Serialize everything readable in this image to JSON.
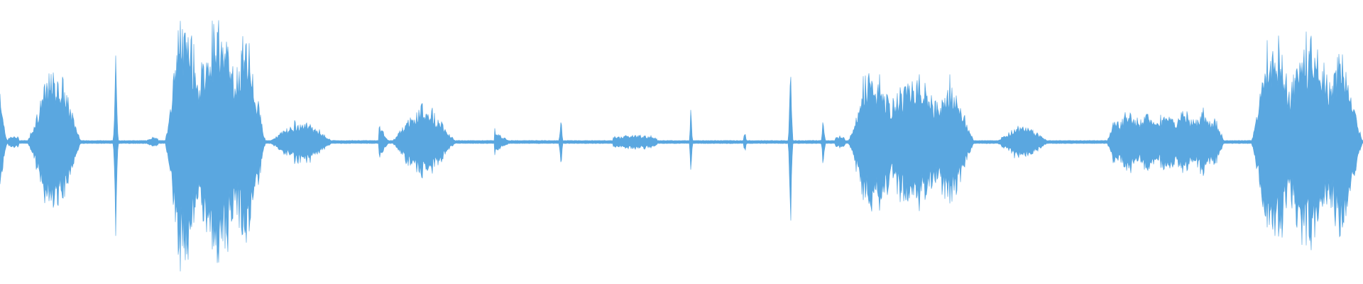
{
  "waveform": {
    "color": "#5aa7e0",
    "background": "#ffffff",
    "duration_fraction": 1.0,
    "segments": [
      {
        "start": 0.0,
        "end": 0.006,
        "peak": 0.52,
        "shape": "decay"
      },
      {
        "start": 0.006,
        "end": 0.014,
        "peak": 0.05,
        "shape": "flat"
      },
      {
        "start": 0.02,
        "end": 0.06,
        "peak": 0.6,
        "shape": "swell"
      },
      {
        "start": 0.082,
        "end": 0.088,
        "peak": 0.95,
        "shape": "spike"
      },
      {
        "start": 0.108,
        "end": 0.116,
        "peak": 0.04,
        "shape": "flat"
      },
      {
        "start": 0.121,
        "end": 0.195,
        "peak": 1.0,
        "shape": "burst"
      },
      {
        "start": 0.197,
        "end": 0.245,
        "peak": 0.18,
        "shape": "swell"
      },
      {
        "start": 0.278,
        "end": 0.287,
        "peak": 0.18,
        "shape": "decay"
      },
      {
        "start": 0.287,
        "end": 0.335,
        "peak": 0.3,
        "shape": "swell"
      },
      {
        "start": 0.363,
        "end": 0.377,
        "peak": 0.11,
        "shape": "decay"
      },
      {
        "start": 0.409,
        "end": 0.414,
        "peak": 0.25,
        "shape": "spike"
      },
      {
        "start": 0.45,
        "end": 0.482,
        "peak": 0.06,
        "shape": "flat"
      },
      {
        "start": 0.505,
        "end": 0.509,
        "peak": 0.38,
        "shape": "spike"
      },
      {
        "start": 0.544,
        "end": 0.549,
        "peak": 0.1,
        "shape": "spike"
      },
      {
        "start": 0.577,
        "end": 0.583,
        "peak": 0.65,
        "shape": "spike"
      },
      {
        "start": 0.601,
        "end": 0.607,
        "peak": 0.22,
        "shape": "spike"
      },
      {
        "start": 0.613,
        "end": 0.62,
        "peak": 0.05,
        "shape": "flat"
      },
      {
        "start": 0.622,
        "end": 0.715,
        "peak": 0.57,
        "shape": "burst"
      },
      {
        "start": 0.73,
        "end": 0.77,
        "peak": 0.14,
        "shape": "swell"
      },
      {
        "start": 0.812,
        "end": 0.898,
        "peak": 0.27,
        "shape": "plateau"
      },
      {
        "start": 0.918,
        "end": 1.0,
        "peak": 0.88,
        "shape": "burst"
      }
    ],
    "noise_floor": 0.012,
    "seed": 7
  }
}
